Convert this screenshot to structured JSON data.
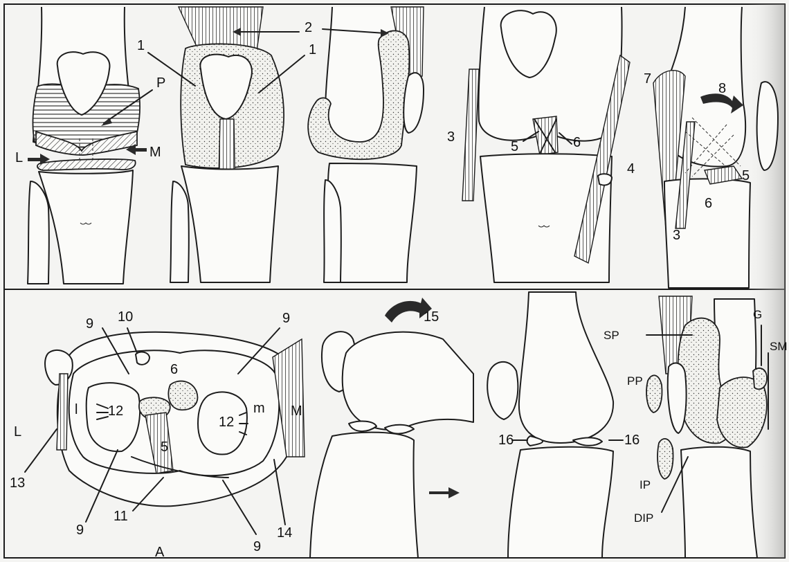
{
  "labels": {
    "p1_P": "P",
    "p1_L": "L",
    "p1_M": "M",
    "p2_1a": "1",
    "p2_1b": "1",
    "p2_2": "2",
    "p4_3": "3",
    "p4_4": "4",
    "p4_5": "5",
    "p4_6": "6",
    "p5_7": "7",
    "p5_8": "8",
    "p5_5": "5",
    "p5_6": "6",
    "p5_3": "3",
    "p6_9a": "9",
    "p6_10": "10",
    "p6_9b": "9",
    "p6_6": "6",
    "p6_l": "l",
    "p6_12a": "12",
    "p6_12b": "12",
    "p6_m": "m",
    "p6_M": "M",
    "p6_L": "L",
    "p6_5": "5",
    "p6_13": "13",
    "p6_9c": "9",
    "p6_11": "11",
    "p6_9d": "9",
    "p6_14": "14",
    "p6_A": "A",
    "p7_15": "15",
    "p8_16a": "16",
    "p8_16b": "16",
    "p9_SP": "SP",
    "p9_PP": "PP",
    "p9_IP": "IP",
    "p9_DIP": "DIP",
    "p9_G": "G",
    "p9_SM": "SM"
  }
}
